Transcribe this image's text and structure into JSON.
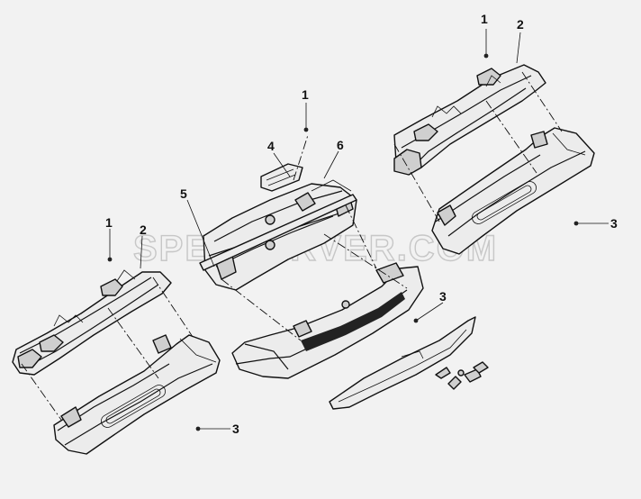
{
  "watermark": "SPECSERVER.COM",
  "callouts": {
    "tr_1": "1",
    "tr_2": "2",
    "tr_3": "3",
    "c_1": "1",
    "c_4": "4",
    "c_5": "5",
    "c_6": "6",
    "c_3": "3",
    "l_1": "1",
    "l_2": "2",
    "l_3": "3"
  },
  "colors": {
    "background": "#f2f2f2",
    "line": "#111111",
    "watermark": "#c7c7c7"
  }
}
